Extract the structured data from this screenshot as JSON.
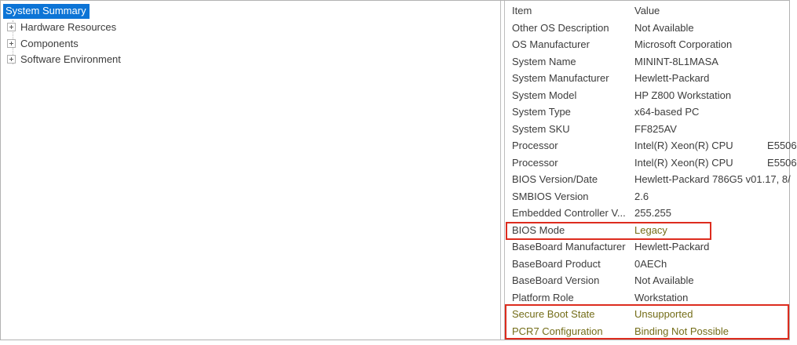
{
  "colors": {
    "selection_blue": "#0c74d6",
    "annotation_red": "#dd2c1e",
    "highlight_text_olive": "#746d18",
    "text": "#3c3c3c"
  },
  "tree": {
    "selected_item": "System Summary",
    "items": [
      {
        "label": "System Summary",
        "selected": true,
        "expandable": false
      },
      {
        "label": "Hardware Resources",
        "selected": false,
        "expandable": true
      },
      {
        "label": "Components",
        "selected": false,
        "expandable": true
      },
      {
        "label": "Software Environment",
        "selected": false,
        "expandable": true
      }
    ]
  },
  "details": {
    "columns": [
      "Item",
      "Value"
    ],
    "rows": [
      {
        "item": "Other OS Description",
        "value": "Not Available"
      },
      {
        "item": "OS Manufacturer",
        "value": "Microsoft Corporation"
      },
      {
        "item": "System Name",
        "value": "MININT-8L1MASA"
      },
      {
        "item": "System Manufacturer",
        "value": "Hewlett-Packard"
      },
      {
        "item": "System Model",
        "value": "HP Z800 Workstation"
      },
      {
        "item": "System Type",
        "value": "x64-based PC"
      },
      {
        "item": "System SKU",
        "value": "FF825AV"
      },
      {
        "item": "Processor",
        "value": "Intel(R) Xeon(R) CPU            E5506"
      },
      {
        "item": "Processor",
        "value": "Intel(R) Xeon(R) CPU            E5506"
      },
      {
        "item": "BIOS Version/Date",
        "value": "Hewlett-Packard 786G5 v01.17, 8/"
      },
      {
        "item": "SMBIOS Version",
        "value": "2.6"
      },
      {
        "item": "Embedded Controller V...",
        "value": "255.255"
      },
      {
        "item": "BIOS Mode",
        "value": "Legacy",
        "value_emphasis": true,
        "boxed": true
      },
      {
        "item": "BaseBoard Manufacturer",
        "value": "Hewlett-Packard"
      },
      {
        "item": "BaseBoard Product",
        "value": "0AECh"
      },
      {
        "item": "BaseBoard Version",
        "value": "Not Available"
      },
      {
        "item": "Platform Role",
        "value": "Workstation"
      },
      {
        "item": "Secure Boot State",
        "value": "Unsupported",
        "emphasis": true,
        "boxed": true
      },
      {
        "item": "PCR7 Configuration",
        "value": "Binding Not Possible",
        "emphasis": true,
        "boxed": true
      }
    ]
  },
  "annotations": {
    "boxes": [
      {
        "name": "bios-mode-highlight-box"
      },
      {
        "name": "secure-boot-pcr7-highlight-box"
      }
    ]
  }
}
